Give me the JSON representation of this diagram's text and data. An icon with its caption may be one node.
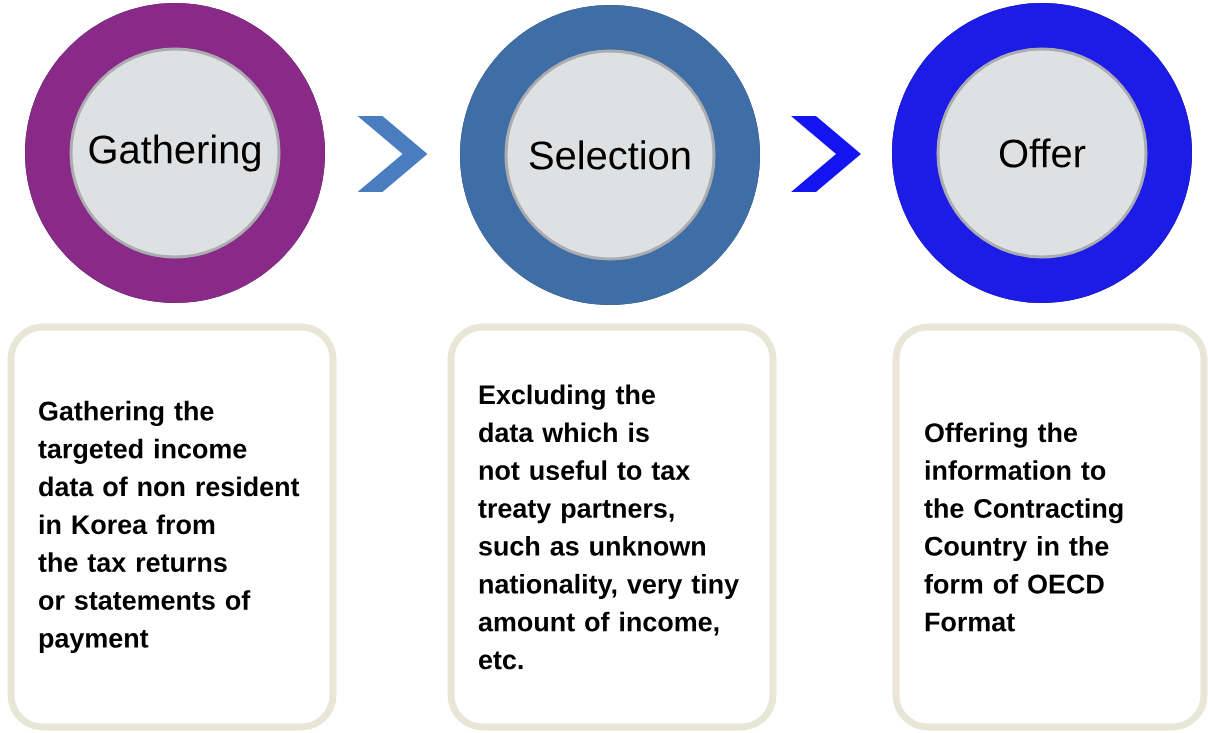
{
  "diagram": {
    "nodes": [
      {
        "text": [
          "Gathering"
        ]
      },
      {
        "text": [
          "Selection"
        ]
      },
      {
        "text": [
          "Offer"
        ]
      },
      {
        "text": [
          "Gathering the targeted income data of non resident in Korea from the tax returns or statements of payment"
        ]
      },
      {
        "text": [
          "Excluding the data which is not useful to tax treaty partners, such as unknown nationality, very tiny amount of income, etc."
        ]
      },
      {
        "text": [
          "Offering the information to the Contracting Country in the form of OECD Format"
        ]
      }
    ],
    "edges": [
      {
        "from": 0,
        "to": 1,
        "arrow": "to",
        "color": "#4a7cc0"
      },
      {
        "from": 1,
        "to": 2,
        "arrow": "to",
        "color": "#1414f0"
      }
    ]
  }
}
